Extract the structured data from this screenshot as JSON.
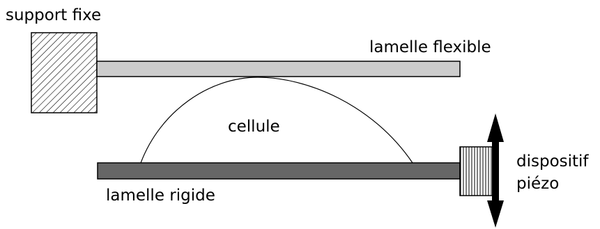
{
  "labels": {
    "fixed_support": "support fixe",
    "flexible_strip": "lamelle flexible",
    "cell": "cellule",
    "rigid_strip": "lamelle rigide",
    "piezo_line1": "dispositif",
    "piezo_line2": "piézo"
  },
  "colors": {
    "flexible_strip_fill": "#cccccc",
    "rigid_strip_fill": "#666666",
    "outline": "#000000",
    "hatch": "#000000",
    "background": "#ffffff"
  }
}
